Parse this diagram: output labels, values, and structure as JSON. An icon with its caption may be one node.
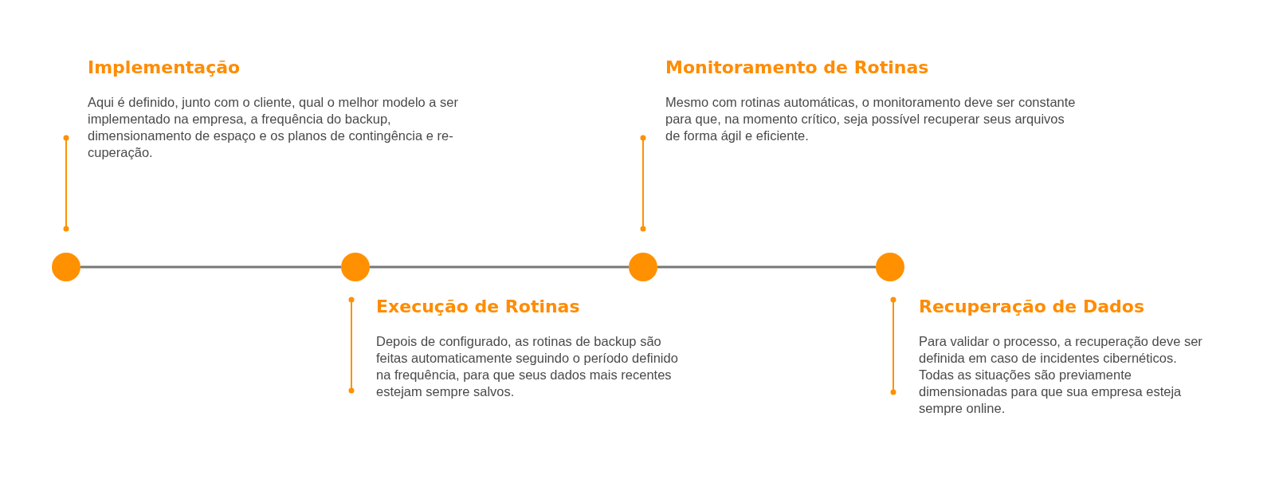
{
  "diagram": {
    "nodes": [
      {
        "text": [],
        "shape": "circle",
        "beside": [
          "Implementação",
          "Aqui é definido, junto com o cliente, qual o melhor modelo a ser implementado na empresa, a frequência do backup, dimensionamento de espaço e os planos de contingência e re-cuperação."
        ]
      },
      {
        "text": [],
        "shape": "circle",
        "beside": [
          "Execução de Rotinas",
          "Depois de configurado, as rotinas de backup são feitas automaticamente seguindo o período definido na frequência, para que seus dados mais recentes estejam sempre salvos."
        ]
      },
      {
        "text": [],
        "shape": "circle",
        "beside": [
          "Monitoramento de Rotinas",
          "Mesmo com rotinas automáticas, o monitoramento deve ser constante para que, na momento crítico, seja possível recuperar seus arquivos de forma ágil e eficiente."
        ]
      },
      {
        "text": [],
        "shape": "circle",
        "beside": [
          "Recuperação de Dados",
          "Para validar o processo, a recuperação deve ser definida em caso de incidentes cibernéticos. Todas as situações são previamente dimensionadas para que sua empresa esteja sempre online."
        ]
      }
    ],
    "edges": [
      {
        "from": 0,
        "to": 1,
        "arrow": "none"
      },
      {
        "from": 1,
        "to": 2,
        "arrow": "none"
      },
      {
        "from": 2,
        "to": 3,
        "arrow": "none"
      }
    ]
  }
}
